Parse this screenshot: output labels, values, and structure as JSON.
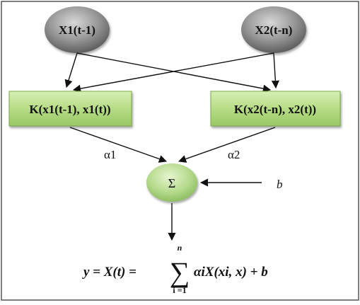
{
  "nodes": {
    "input1": "X1(t-1)",
    "input2": "X2(t-n)",
    "kernel1": "K(x1(t-1), x1(t))",
    "kernel2": "K(x2(t-n), x2(t))",
    "sum": "Σ"
  },
  "weights": {
    "alpha1": "α1",
    "alpha2": "α2"
  },
  "bias": "b",
  "formula": {
    "lhs": "y = X(t) =",
    "sum_symbol": "∑",
    "upper_limit": "n",
    "lower_limit": "i =1",
    "term": "αiX(xi, x) + b"
  },
  "colors": {
    "input_node_fill": "#8e8e8e",
    "kernel_box_fill": "#b9dd8c",
    "sum_node_fill": "#b6db8e",
    "frame": "#555555"
  }
}
